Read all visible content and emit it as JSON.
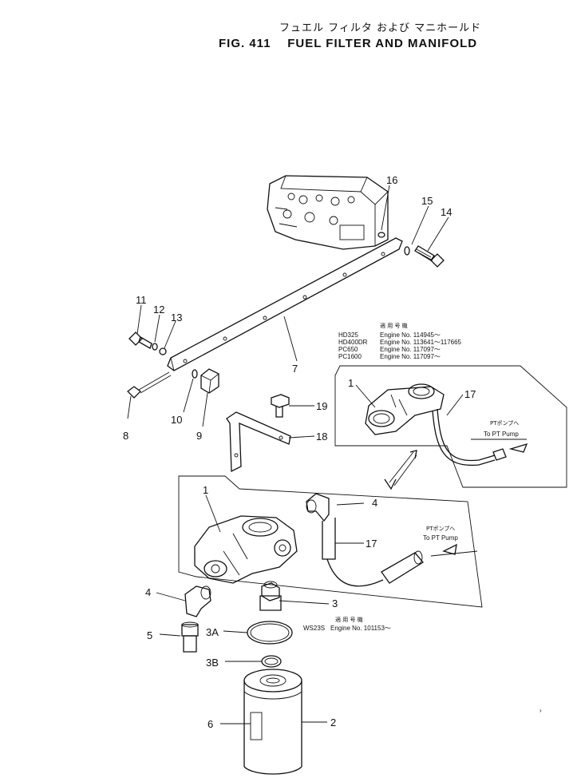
{
  "header": {
    "title_jp": "フュエル フィルタ および マニホールド",
    "figure_number": "FIG. 411",
    "title_en": "FUEL FILTER AND MANIFOLD"
  },
  "callouts": {
    "c1a": "1",
    "c1b": "1",
    "c2": "2",
    "c3": "3",
    "c3a": "3A",
    "c3b": "3B",
    "c4a": "4",
    "c4b": "4",
    "c5": "5",
    "c6": "6",
    "c7": "7",
    "c8": "8",
    "c9": "9",
    "c10": "10",
    "c11": "11",
    "c12": "12",
    "c13": "13",
    "c14": "14",
    "c15": "15",
    "c16": "16",
    "c17a": "17",
    "c17b": "17",
    "c18": "18",
    "c19": "19"
  },
  "applicability_upper": {
    "heading_jp": "適 用 号 機",
    "rows": [
      {
        "model": "HD325",
        "engine": "Engine No. 114945～"
      },
      {
        "model": "HD400DR",
        "engine": "Engine No. 113641～117665"
      },
      {
        "model": "PC650",
        "engine": "Engine No. 117097～"
      },
      {
        "model": "PC1600",
        "engine": "Engine No. 117097～"
      }
    ]
  },
  "applicability_lower": {
    "heading_jp": "適 用 号 機",
    "rows": [
      {
        "model": "WS23S",
        "engine": "Engine No. 101153～"
      }
    ]
  },
  "pump_notes": {
    "upper_jp": "PTポンプへ",
    "upper_en": "To PT Pump",
    "lower_jp": "PTポンプへ",
    "lower_en": "To PT Pump"
  }
}
